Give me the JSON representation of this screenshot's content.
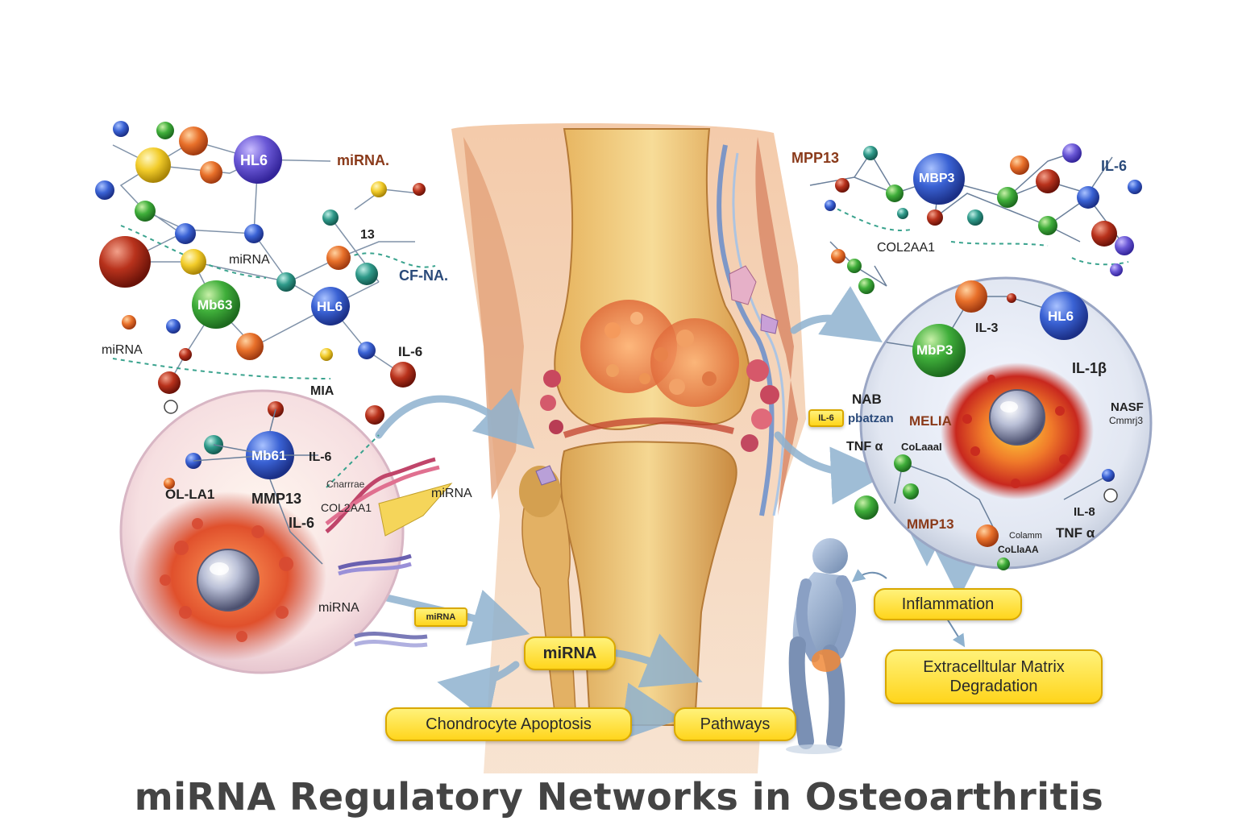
{
  "title": "miRNA Regulatory Networks in Osteoarthritis",
  "colors": {
    "pill_fill": "#ffe23a",
    "pill_border": "#d9a800",
    "arrow": "#8fb2cf",
    "title": "#444444",
    "node_blue": "#3a62d4",
    "node_green": "#3fae3a",
    "node_orange": "#e8702a",
    "node_red": "#b8321c",
    "node_yellow": "#f2cc2a",
    "node_purple": "#6a58d6"
  },
  "left_network": {
    "node_hl6": "HL6",
    "node_mb63": "Mb63",
    "node_hl6_b": "HL6",
    "label_mirna_top": "miRNA.",
    "label_mirna_mid": "miRNA",
    "label_mirna_left": "miRNA",
    "label_cf_na": "CF-NA.",
    "label_il6": "IL-6",
    "label_13": "13",
    "label_mia": "MIA"
  },
  "left_cell": {
    "node_mb61": "Mb61",
    "label_il6_top": "IL-6",
    "label_ol_la1": "OL-LA1",
    "label_mmp13": "MMP13",
    "label_cartilage": "Cnarrrae",
    "label_col2aa1": "COL2AA1",
    "label_il6": "IL-6",
    "label_mirna_strand": "miRNA",
    "label_mirna_bottom": "miRNA",
    "tag_mirna": "miRNA"
  },
  "right_network": {
    "label_mpp13": "MPP13",
    "node_mbp3": "MBP3",
    "label_il6": "IL-6",
    "label_col2aa1": "COL2AA1"
  },
  "right_cell": {
    "node_mbp3": "MbP3",
    "node_hl6": "HL6",
    "label_il3": "IL-3",
    "label_il1b": "IL-1β",
    "label_nab": "NAB",
    "label_pbatzan": "pbatzan",
    "label_melia": "MELIA",
    "label_tnf_a": "TNF α",
    "label_colaaai": "CoLaaaI",
    "label_mmp13": "MMP13",
    "label_tnf_a2": "TNF α",
    "label_il8": "IL-8",
    "label_colaaa": "CoLlaAA",
    "label_nasf": "NASF",
    "label_mmrj3": "Cmmrj3",
    "label_colnmm": "Colamm",
    "tag_il6": "IL-6"
  },
  "flow": {
    "mirna": "miRNA",
    "apoptosis": "Chondrocyte Apoptosis",
    "pathways": "Pathways",
    "inflammation": "Inflammation",
    "ecm": "Extracelltular Matrix\nDegradation"
  }
}
